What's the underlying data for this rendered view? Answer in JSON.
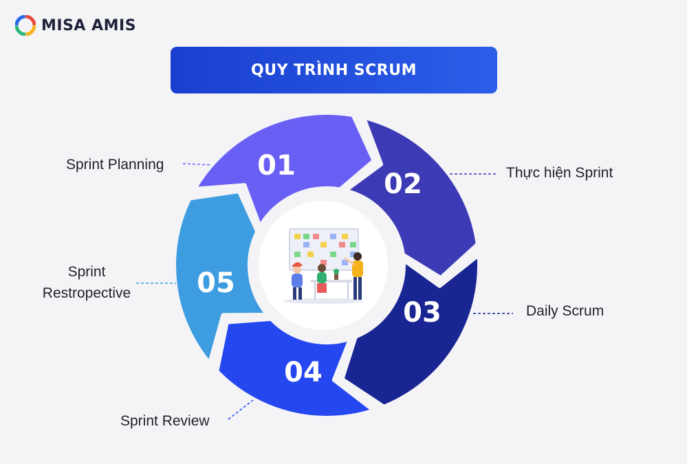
{
  "brand": {
    "name": "MISA AMIS"
  },
  "title": "QUY TRÌNH SCRUM",
  "steps": [
    {
      "number": "01",
      "label": "Sprint Planning",
      "color": "#6a5ff5"
    },
    {
      "number": "02",
      "label": "Thực hiện Sprint",
      "color": "#3d3ab5"
    },
    {
      "number": "03",
      "label": "Daily Scrum",
      "color": "#1a2594"
    },
    {
      "number": "04",
      "label": "Sprint Review",
      "color": "#2447f0"
    },
    {
      "number": "05",
      "label": "Sprint Restropective",
      "color": "#3d9de0"
    }
  ],
  "colors": {
    "banner": "#1f48d8",
    "background": "#f4f4f7",
    "center_circle": "#ffffff"
  },
  "center_image": "team-scrum-board-illustration"
}
